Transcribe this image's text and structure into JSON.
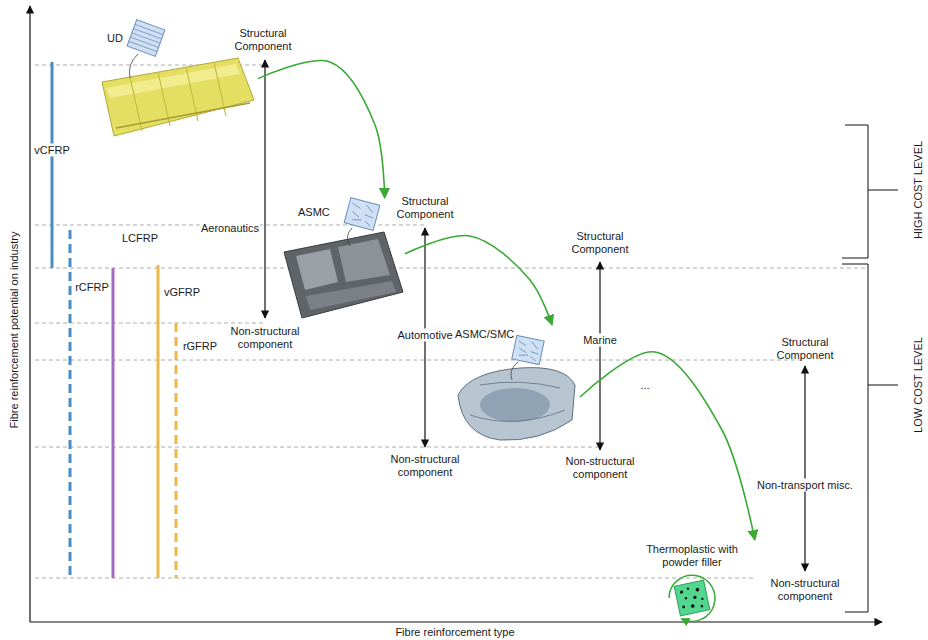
{
  "diagram": {
    "nodes": [
      {
        "text": [
          "UD"
        ]
      },
      {
        "text": [
          "ASMC"
        ]
      },
      {
        "text": [
          "ASMC/SMC"
        ]
      },
      {
        "text": [
          "Thermoplastic with powder filler"
        ]
      }
    ],
    "edges": [
      {
        "from": 0,
        "to": 1,
        "arrow": "to"
      },
      {
        "from": 1,
        "to": 2,
        "arrow": "to"
      },
      {
        "from": 2,
        "to": 3,
        "arrow": "to"
      }
    ],
    "labels": [
      "Fibre reinforcement potential on industry",
      "Fibre reinforcement type",
      "vCFRP",
      "rCFRP",
      "LCFRP",
      "vGFRP",
      "rGFRP",
      "Structural Component",
      "Aeronautics",
      "Non-structural component",
      "Structural Component",
      "Automotive",
      "Non-structural component",
      "Structural Component",
      "Marine",
      "Non-structural component",
      "...",
      "Structural Component",
      "Non-transport misc.",
      "Non-structural component",
      "HIGH COST LEVEL",
      "LOW COST LEVEL"
    ]
  }
}
